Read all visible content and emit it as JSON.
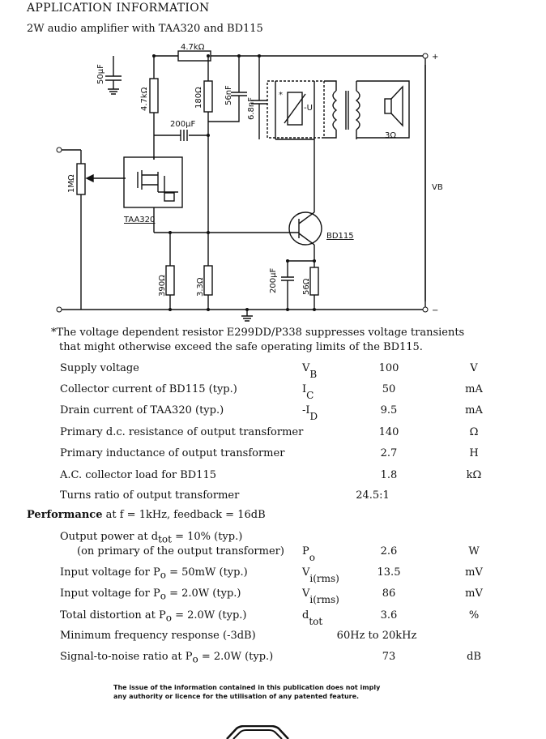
{
  "header": {
    "title": "APPLICATION INFORMATION",
    "subtitle": "2W audio amplifier with TAA320 and BD115"
  },
  "circuit": {
    "labels": {
      "r_top": "4.7kΩ",
      "c_50": "50µF",
      "r_47": "4.7kΩ",
      "r_180": "180Ω",
      "c_56": "56nF",
      "c_68": "6.8nF",
      "c_200a": "200µF",
      "pot": "1MΩ",
      "ic": "TAA320",
      "vdr_star": "*",
      "vdr_u": "-U",
      "speaker": "3Ω",
      "vb": "VB",
      "transistor": "BD115",
      "r_390": "390Ω",
      "r_33": "3.3Ω",
      "c_200b": "200µF",
      "r_56": "56Ω",
      "plus": "+",
      "minus": "−"
    }
  },
  "note": {
    "line1": "*The voltage dependent resistor E299DD/P338 suppresses voltage transients",
    "line2": "that might otherwise exceed the safe operating limits of the BD115."
  },
  "specs": [
    {
      "label": "Supply voltage",
      "sym": "V",
      "sub": "B",
      "value": "100",
      "unit": "V"
    },
    {
      "label": "Collector current of BD115 (typ.)",
      "sym": "I",
      "sub": "C",
      "value": "50",
      "unit": "mA"
    },
    {
      "label": "Drain current of TAA320 (typ.)",
      "sym": "-I",
      "sub": "D",
      "value": "9.5",
      "unit": "mA"
    },
    {
      "label": "Primary d.c. resistance of output transformer",
      "sym": "",
      "sub": "",
      "value": "140",
      "unit": "Ω"
    },
    {
      "label": "Primary inductance of output transformer",
      "sym": "",
      "sub": "",
      "value": "2.7",
      "unit": "H"
    },
    {
      "label": "A.C. collector load for BD115",
      "sym": "",
      "sub": "",
      "value": "1.8",
      "unit": "kΩ"
    },
    {
      "label": "Turns ratio of output transformer",
      "sym": "",
      "sub": "",
      "value": "24.5:1",
      "unit": ""
    }
  ],
  "performance": {
    "bold": "Performance",
    "rest": " at f = 1kHz, feedback = 16dB"
  },
  "perf_rows": [
    {
      "label": "Output power at d",
      "lsub": "tot",
      "lrest": " = 10% (typ.)",
      "sym": "",
      "sub": "",
      "value": "",
      "unit": ""
    },
    {
      "label": "(on primary of the output transformer)",
      "lsub": "",
      "lrest": "",
      "sym": "P",
      "sub": "o",
      "value": "2.6",
      "unit": "W"
    },
    {
      "label": "Input voltage for P",
      "lsub": "o",
      "lrest": " = 50mW (typ.)",
      "sym": "V",
      "sub": "i(rms)",
      "value": "13.5",
      "unit": "mV"
    },
    {
      "label": "Input voltage for P",
      "lsub": "o",
      "lrest": " = 2.0W (typ.)",
      "sym": "V",
      "sub": "i(rms)",
      "value": "86",
      "unit": "mV"
    },
    {
      "label": "Total distortion at P",
      "lsub": "o",
      "lrest": " = 2.0W (typ.)",
      "sym": "d",
      "sub": "tot",
      "value": "3.6",
      "unit": "%"
    },
    {
      "label": "Minimum frequency response (-3dB)",
      "lsub": "",
      "lrest": "",
      "sym": "",
      "sub": "",
      "value": "60Hz to 20kHz",
      "unit": ""
    },
    {
      "label": "Signal-to-noise ratio at P",
      "lsub": "o",
      "lrest": " = 2.0W (typ.)",
      "sym": "",
      "sub": "",
      "value": "73",
      "unit": "dB"
    }
  ],
  "footer": {
    "line1": "The issue of the information contained in this publication does not imply",
    "line2": "any authority or licence for the utilisation of any patented feature."
  }
}
